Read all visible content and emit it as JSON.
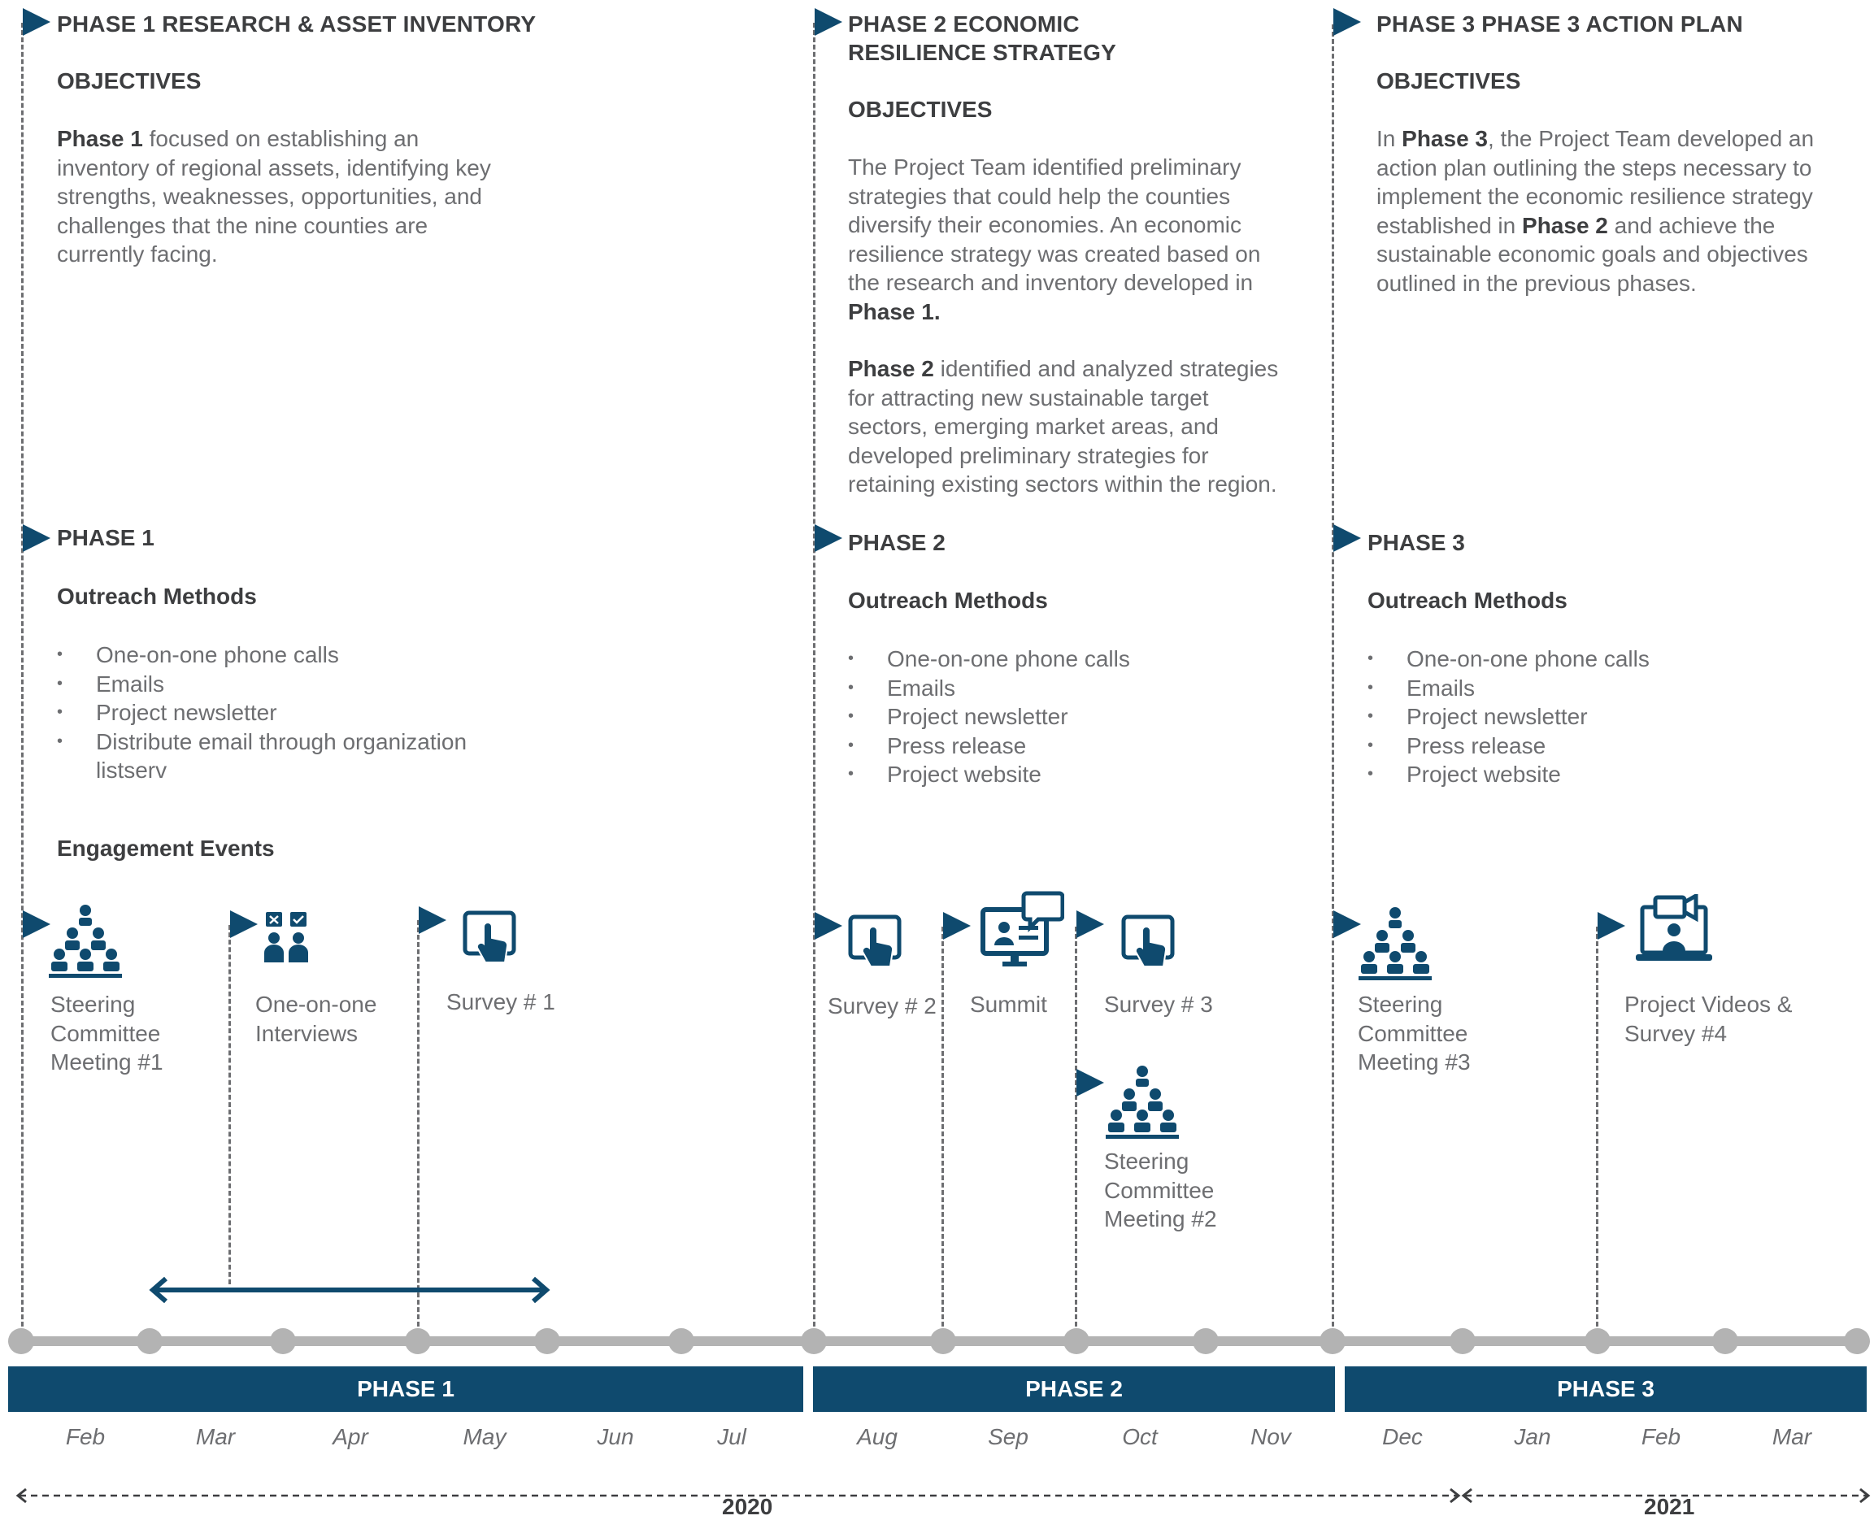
{
  "phase1": {
    "title": "PHASE 1 RESEARCH & ASSET INVENTORY",
    "objectives_label": "OBJECTIVES",
    "objectives_bold": "Phase 1",
    "objectives_text": " focused on establishing an inventory of regional assets, identifying key strengths, weaknesses, opportunities, and challenges that the nine counties are currently facing.",
    "outreach_title": "PHASE 1",
    "outreach_label": "Outreach Methods",
    "outreach_items": [
      "One-on-one phone calls",
      "Emails",
      "Project newsletter",
      "Distribute email through organization listserv"
    ],
    "engagement_label": "Engagement Events"
  },
  "phase2": {
    "title": "PHASE 2 ECONOMIC RESILIENCE STRATEGY",
    "objectives_label": "OBJECTIVES",
    "para1_text": "The Project Team identified preliminary strategies that could help the counties diversify their economies. An economic resilience strategy was created based on the research and inventory developed in ",
    "para1_bold": "Phase 1.",
    "para2_bold": "Phase 2",
    "para2_text": " identified and analyzed strategies for attracting new sustainable target sectors, emerging market areas, and developed preliminary strategies for retaining existing sectors within the region.",
    "outreach_title": "PHASE 2",
    "outreach_label": "Outreach Methods",
    "outreach_items": [
      "One-on-one phone calls",
      "Emails",
      "Project newsletter",
      "Press release",
      "Project website"
    ]
  },
  "phase3": {
    "title": "PHASE 3 PHASE 3 ACTION PLAN",
    "objectives_label": "OBJECTIVES",
    "text_a": "In ",
    "bold_a": "Phase 3",
    "text_b": ", the Project Team developed an action plan outlining the steps necessary to implement the economic resilience strategy established in ",
    "bold_b": "Phase 2",
    "text_c": " and achieve the sustainable economic goals and objectives outlined in the previous phases.",
    "outreach_title": "PHASE 3",
    "outreach_label": "Outreach Methods",
    "outreach_items": [
      "One-on-one phone calls",
      "Emails",
      "Project newsletter",
      "Press release",
      "Project website"
    ]
  },
  "events": {
    "e1": "Steering Committee Meeting #1",
    "e2": "One-on-one Interviews",
    "e3": "Survey # 1",
    "e4": "Survey # 2",
    "e5": "Summit",
    "e6": "Survey # 3",
    "e7": "Steering Committee Meeting #2",
    "e8": "Steering Committee Meeting #3",
    "e9": "Project Videos & Survey #4"
  },
  "phase_bars": [
    "PHASE 1",
    "PHASE 2",
    "PHASE 3"
  ],
  "months": [
    "Feb",
    "Mar",
    "Apr",
    "May",
    "Jun",
    "Jul",
    "Aug",
    "Sep",
    "Oct",
    "Nov",
    "Dec",
    "Jan",
    "Feb",
    "Mar"
  ],
  "years": [
    "2020",
    "2021"
  ],
  "colors": {
    "navy": "#0f4a6e",
    "gray_dot": "#b3b3b3",
    "text": "#6d6e71",
    "heading": "#3d3e40"
  }
}
